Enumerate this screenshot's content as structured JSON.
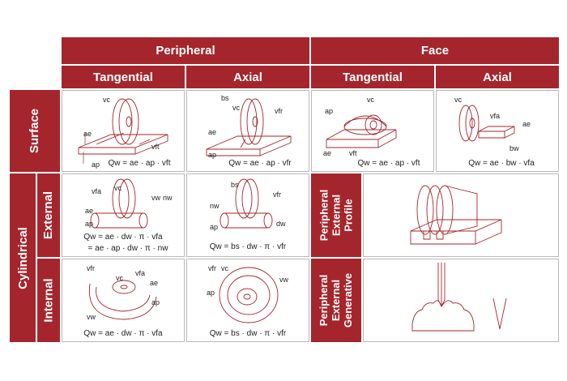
{
  "columns": {
    "peripheral": "Peripheral",
    "face": "Face",
    "sub": [
      "Tangential",
      "Axial",
      "Tangential",
      "Axial"
    ]
  },
  "rows": {
    "surface": "Surface",
    "cylindrical": "Cylindrical",
    "external": "External",
    "internal": "Internal",
    "peripheral_external_profile": "Peripheral\nExternal\nProfile",
    "peripheral_external_generative": "Peripheral\nExternal\nGenerative"
  },
  "cells": {
    "surface_periph_tang": {
      "labels": {
        "vc": "vc",
        "ae": "ae",
        "ap": "ap",
        "vft": "vft"
      },
      "formula": "Qw = ae · ap · vft"
    },
    "surface_periph_axial": {
      "labels": {
        "bs": "bs",
        "vc": "vc",
        "vfr": "vfr",
        "ae": "ae",
        "ap": "ap"
      },
      "formula": "Qw = ae · ap · vfr"
    },
    "surface_face_tang": {
      "labels": {
        "vc": "vc",
        "ap": "ap",
        "ae": "ae",
        "vft": "vft"
      },
      "formula": "Qw = ae · ap · vft"
    },
    "surface_face_axial": {
      "labels": {
        "vc": "vc",
        "vfa": "vfa",
        "ae": "ae",
        "bw": "bw"
      },
      "formula": "Qw = ae · bw · vfa"
    },
    "cyl_ext_tang": {
      "labels": {
        "vfa": "vfa",
        "vc": "vc",
        "vw": "vw",
        "nw": "nw",
        "ae": "ae",
        "ap": "ap"
      },
      "formula1": "Qw = ae · dw · π · vfa",
      "formula2": "= ae · ap · dw · π · nw"
    },
    "cyl_ext_axial": {
      "labels": {
        "bs": "bs",
        "vfr": "vfr",
        "nw": "nw",
        "ap": "ap",
        "dw": "dw"
      },
      "formula": "Qw = bs · dw · π · vfr"
    },
    "cyl_int_tang": {
      "labels": {
        "vfr": "vfr",
        "vc": "vc",
        "vfa": "vfa",
        "ae": "ae",
        "ap": "ap",
        "vw": "vw"
      },
      "formula": "Qw = ae · dw · π · vfa"
    },
    "cyl_int_axial": {
      "labels": {
        "vfr": "vfr",
        "vc": "vc",
        "ap": "ap",
        "vw": "vw"
      },
      "formula": "Qw = bs · dw · π · vfr"
    }
  }
}
